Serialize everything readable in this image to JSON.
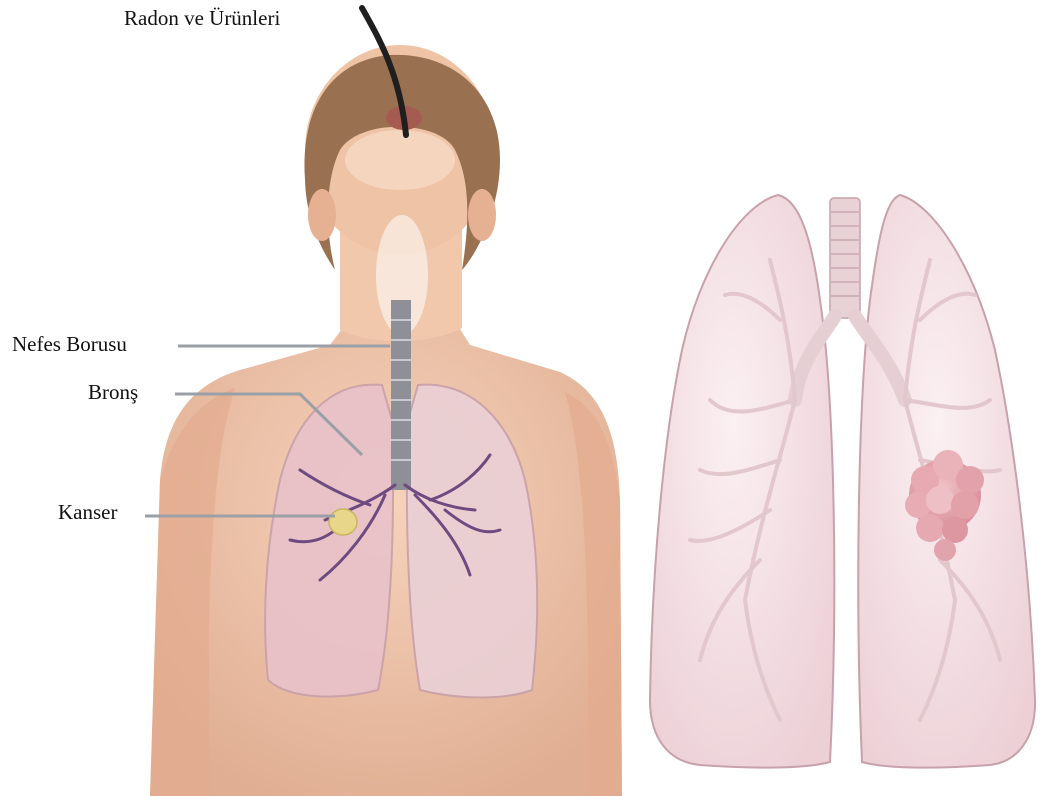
{
  "labels": {
    "radon": "Radon ve Ürünleri",
    "trachea": "Nefes Borusu",
    "bronchus": "Bronş",
    "cancer": "Kanser"
  },
  "colors": {
    "skin": "#f0c6aa",
    "skin_shadow": "#d99f84",
    "hair": "#9a7150",
    "lung_fill": "#f3dce0",
    "lung_edge": "#c7a1ab",
    "airway": "#e9d2d6",
    "tumor": "#e3a7ae",
    "cancer_spot": "#e8d68a",
    "leader_line": "#9aa0a6",
    "tube": "#1f1f1f"
  }
}
